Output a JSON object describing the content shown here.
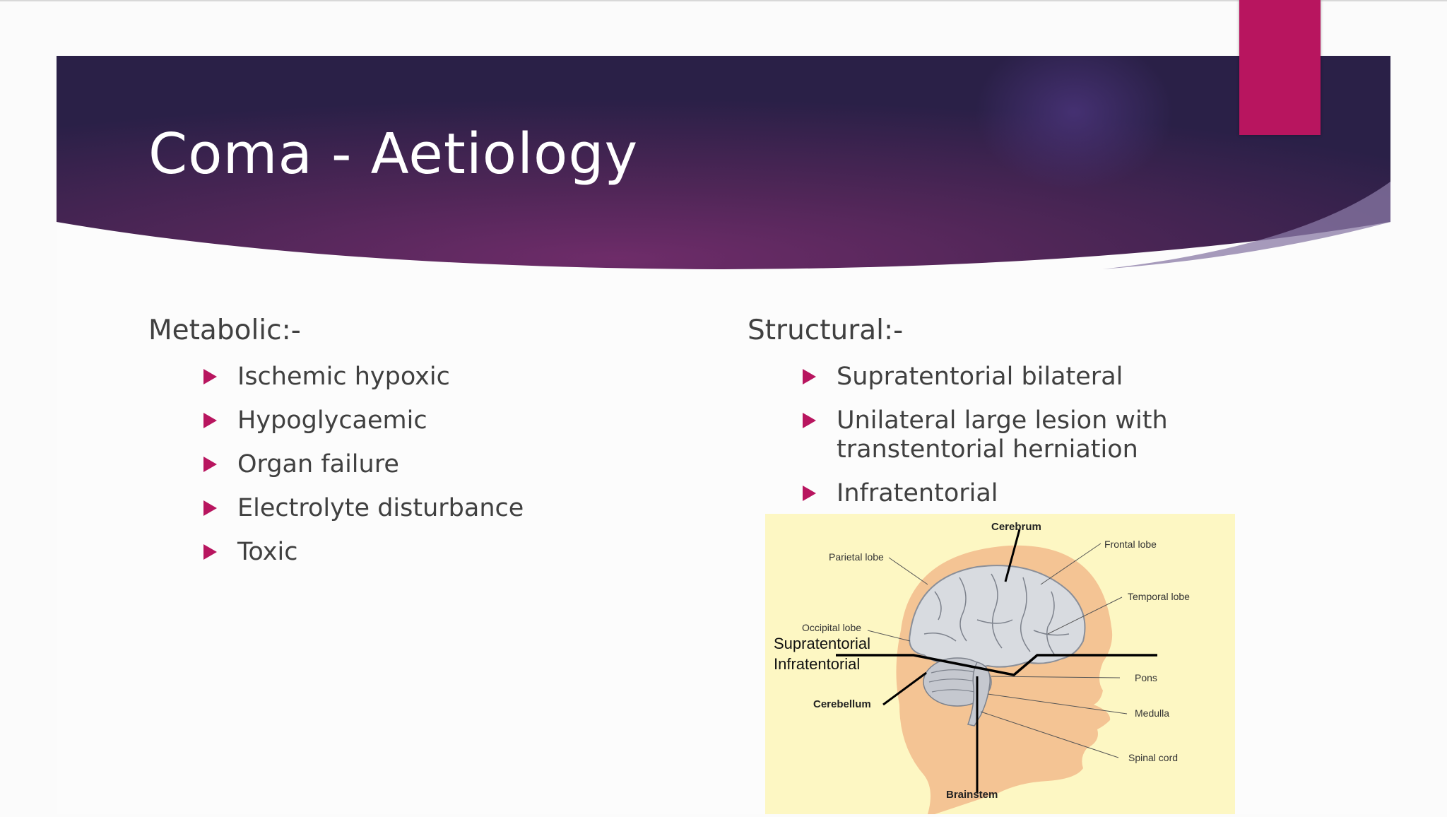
{
  "slide": {
    "title": "Coma - Aetiology",
    "colors": {
      "banner_dark": "#2a2047",
      "banner_mid": "#6b2b68",
      "accent": "#b8155f",
      "text": "#404040"
    }
  },
  "metabolic": {
    "heading": "Metabolic:-",
    "items": [
      "Ischemic hypoxic",
      "Hypoglycaemic",
      "Organ failure",
      "Electrolyte disturbance",
      "Toxic"
    ]
  },
  "structural": {
    "heading": "Structural:-",
    "items": [
      "Supratentorial bilateral",
      "Unilateral large lesion with transtentorial herniation",
      "Infratentorial"
    ]
  },
  "diagram": {
    "labels": {
      "cerebrum": "Cerebrum",
      "frontal_lobe": "Frontal lobe",
      "parietal_lobe": "Parietal lobe",
      "temporal_lobe": "Temporal lobe",
      "occipital_lobe": "Occipital lobe",
      "supratentorial": "Supratentorial",
      "infratentorial": "Infratentorial",
      "pons": "Pons",
      "cerebellum": "Cerebellum",
      "medulla": "Medulla",
      "spinal_cord": "Spinal cord",
      "brainstem": "Brainstem"
    }
  }
}
